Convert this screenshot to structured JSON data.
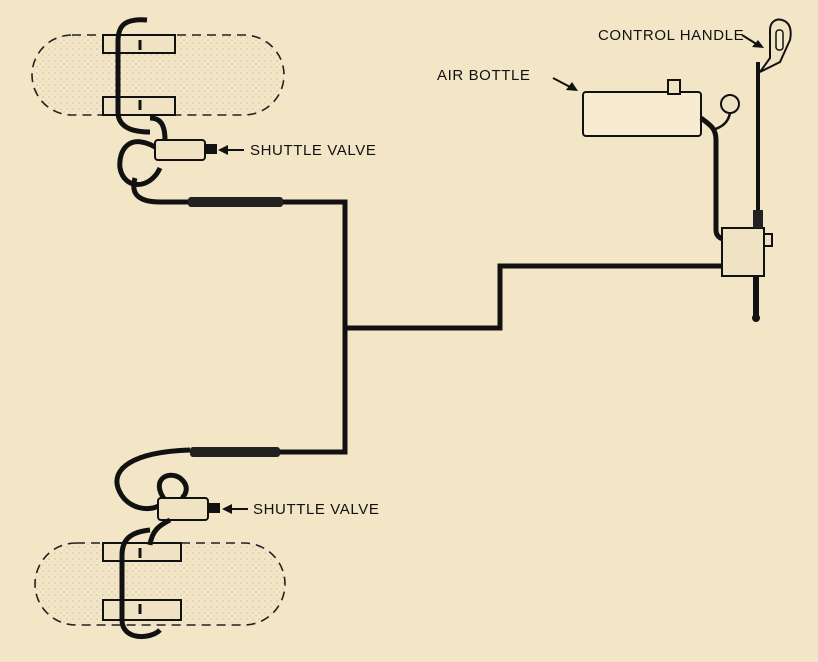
{
  "labels": {
    "control_handle": "CONTROL HANDLE",
    "air_bottle": "AIR BOTTLE",
    "shuttle_valve_upper": "SHUTTLE VALVE",
    "shuttle_valve_lower": "SHUTTLE VALVE"
  },
  "colors": {
    "paper": "#f3e6c7",
    "line": "#111111",
    "tire_fill": "#e9dcbb"
  }
}
